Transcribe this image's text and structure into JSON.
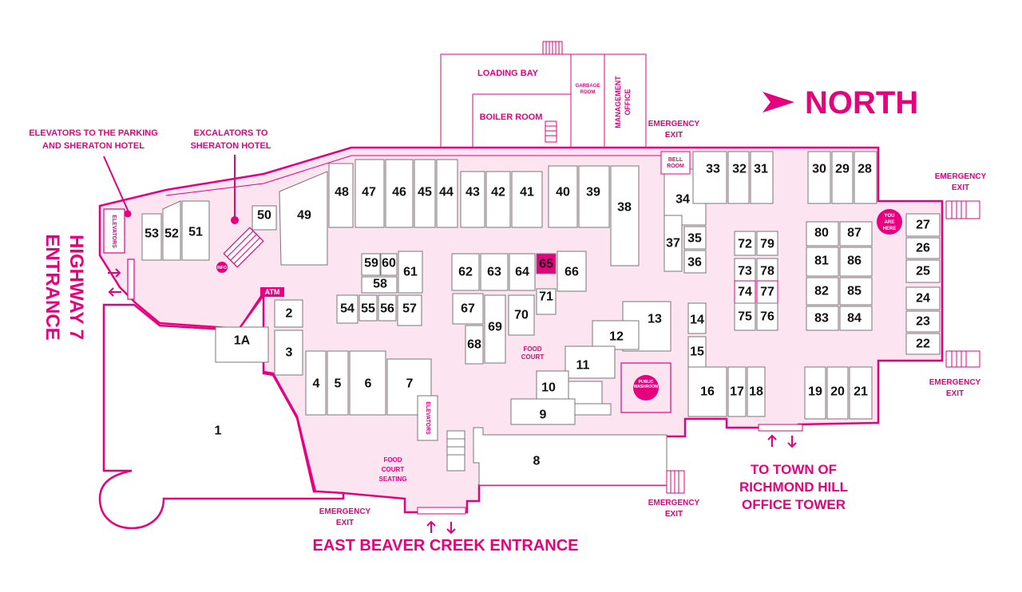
{
  "map": {
    "north_label": "NORTH",
    "colors": {
      "accent": "#e6007e",
      "floor": "#fce4f0",
      "unit_fill": "#ffffff",
      "highlight": "#e6007e"
    },
    "labels": {
      "loading_bay": "LOADING BAY",
      "boiler_room": "BOILER ROOM",
      "garbage_room_1": "GARBAGE",
      "garbage_room_2": "ROOM",
      "management_office_1": "MANAGEMENT",
      "management_office_2": "OFFICE",
      "bell_room_1": "BELL",
      "bell_room_2": "ROOM",
      "elevators_parking_1": "ELEVATORS TO THE PARKING",
      "elevators_parking_2": "AND SHERATON HOTEL",
      "escalators_1": "EXCALATORS TO",
      "escalators_2": "SHERATON HOTEL",
      "highway7_1": "HIGHWAY 7",
      "highway7_2": "ENTRANCE",
      "east_beaver_creek": "EAST BEAVER CREEK ENTRANCE",
      "town_1": "TO TOWN OF",
      "town_2": "RICHMOND HILL",
      "town_3": "OFFICE TOWER",
      "emergency": "EMERGENCY",
      "exit": "EXIT",
      "food_court_1": "FOOD",
      "food_court_2": "COURT",
      "food_court_seating_1": "FOOD",
      "food_court_seating_2": "COURT",
      "food_court_seating_3": "SEATING",
      "elevators": "ELEVATORS",
      "atm": "ATM",
      "info": "INFO",
      "public_washroom_1": "PUBLIC",
      "public_washroom_2": "WASHROOM",
      "you_are_here_1": "YOU",
      "you_are_here_2": "ARE",
      "you_are_here_3": "HERE"
    },
    "units": [
      "1",
      "1A",
      "2",
      "3",
      "4",
      "5",
      "6",
      "7",
      "8",
      "9",
      "10",
      "11",
      "12",
      "13",
      "14",
      "15",
      "16",
      "17",
      "18",
      "19",
      "20",
      "21",
      "22",
      "23",
      "24",
      "25",
      "26",
      "27",
      "28",
      "29",
      "30",
      "31",
      "32",
      "33",
      "34",
      "35",
      "36",
      "37",
      "38",
      "39",
      "40",
      "41",
      "42",
      "43",
      "44",
      "45",
      "46",
      "47",
      "48",
      "49",
      "50",
      "51",
      "52",
      "53",
      "54",
      "55",
      "56",
      "57",
      "58",
      "59",
      "60",
      "61",
      "62",
      "63",
      "64",
      "65",
      "66",
      "67",
      "68",
      "69",
      "70",
      "71",
      "72",
      "73",
      "74",
      "75",
      "76",
      "77",
      "78",
      "79",
      "80",
      "81",
      "82",
      "83",
      "84",
      "85",
      "86",
      "87"
    ],
    "highlighted_unit": "65"
  }
}
